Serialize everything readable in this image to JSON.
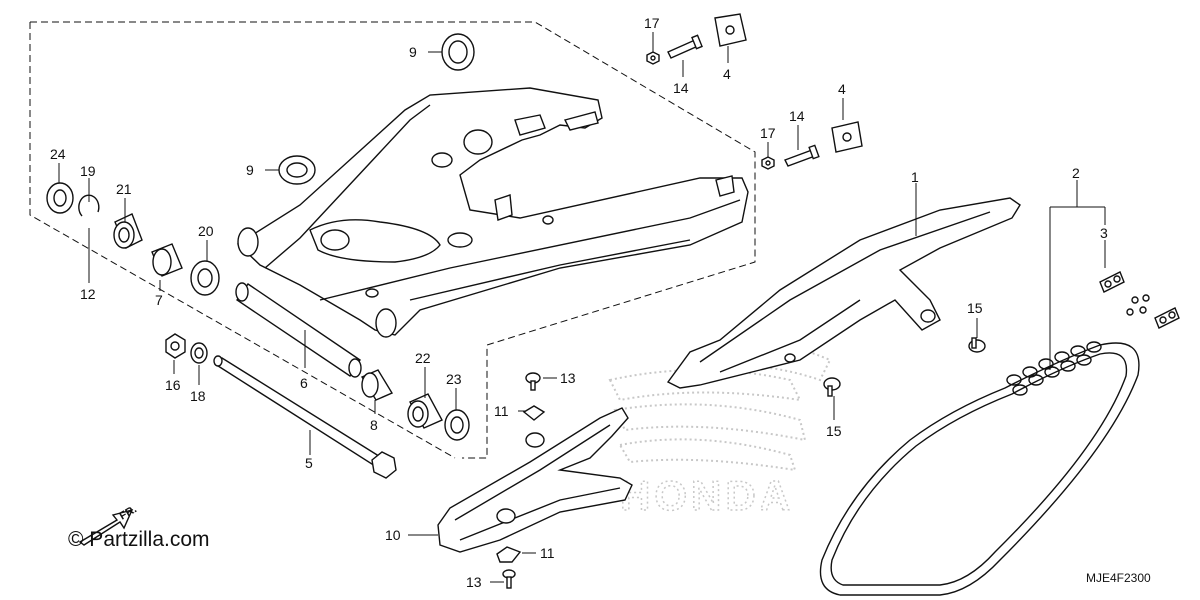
{
  "labels": {
    "p1": "1",
    "p2": "2",
    "p3": "3",
    "p4a": "4",
    "p4b": "4",
    "p5": "5",
    "p6": "6",
    "p7": "7",
    "p8": "8",
    "p9a": "9",
    "p9b": "9",
    "p10": "10",
    "p11a": "11",
    "p11b": "11",
    "p12": "12",
    "p13a": "13",
    "p13b": "13",
    "p14a": "14",
    "p14b": "14",
    "p15a": "15",
    "p15b": "15",
    "p16": "16",
    "p17a": "17",
    "p17b": "17",
    "p18": "18",
    "p19": "19",
    "p20": "20",
    "p21": "21",
    "p22": "22",
    "p23": "23",
    "p24": "24"
  },
  "fr_arrow": "FR.",
  "copyright": "© Partzilla.com",
  "diagram_code": "MJE4F2300",
  "watermark_text": "HONDA",
  "colors": {
    "line": "#111111",
    "watermark": "#c8c8c8"
  }
}
